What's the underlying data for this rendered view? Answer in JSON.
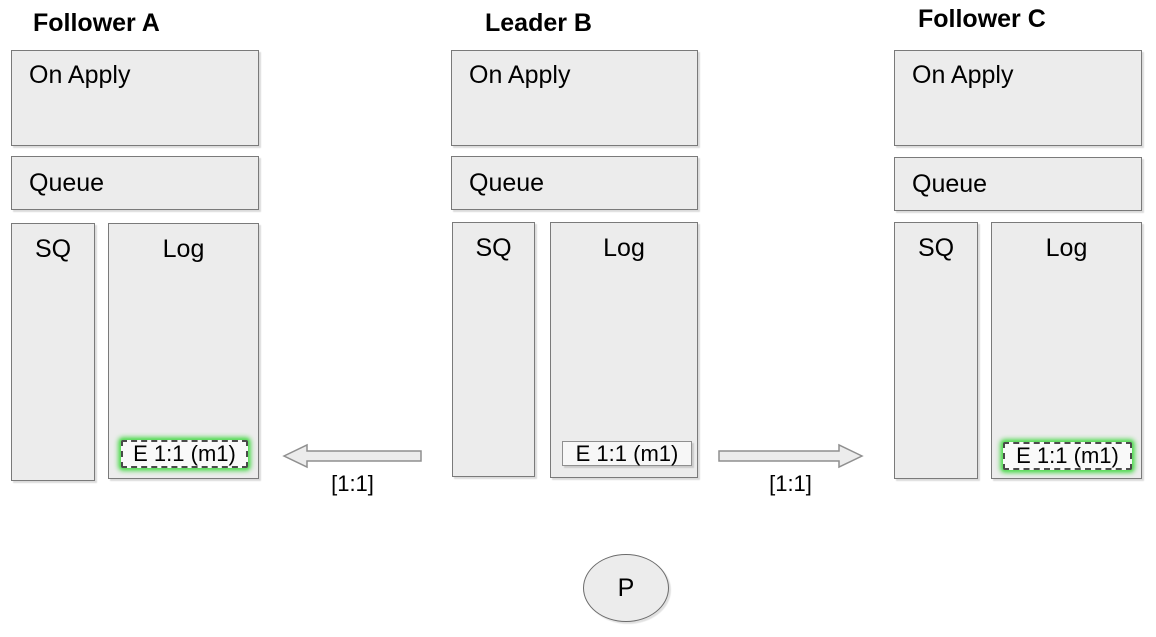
{
  "nodes": [
    {
      "title": "Follower A",
      "on_apply": "On Apply",
      "queue": "Queue",
      "sq": "SQ",
      "log": "Log",
      "log_entry": "E 1:1 (m1)",
      "entry_highlight": true
    },
    {
      "title": "Leader B",
      "on_apply": "On Apply",
      "queue": "Queue",
      "sq": "SQ",
      "log": "Log",
      "log_entry": "E 1:1 (m1)",
      "entry_highlight": false
    },
    {
      "title": "Follower C",
      "on_apply": "On Apply",
      "queue": "Queue",
      "sq": "SQ",
      "log": "Log",
      "log_entry": "E 1:1 (m1)",
      "entry_highlight": true
    }
  ],
  "arrows": [
    {
      "label": "[1:1]",
      "direction": "left"
    },
    {
      "label": "[1:1]",
      "direction": "right"
    }
  ],
  "proposer": {
    "label": "P"
  },
  "colors": {
    "box_fill": "#ececec",
    "box_border": "#7a7a7a",
    "entry_fill": "#f9f9f9",
    "entry_border_solid": "#8f8f8f",
    "entry_border_dashed": "#4a4a4a",
    "highlight_glow": "#5ada5a",
    "text": "#000000"
  }
}
